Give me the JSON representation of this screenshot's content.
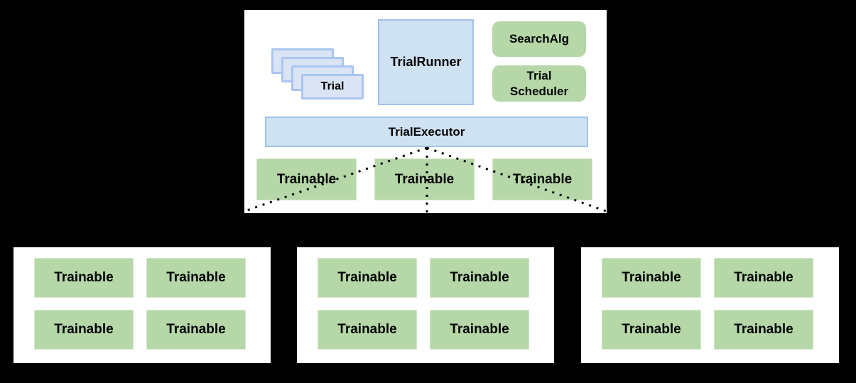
{
  "colors": {
    "background": "#000000",
    "panel_background": "#ffffff",
    "panel_border": "#000000",
    "blue_fill": "#cfe2f3",
    "blue_border": "#a2c1e8",
    "trial_card_fill": "#dae4f5",
    "trial_card_border": "#a9c5f0",
    "green_fill": "#b6d7a8",
    "connector_line": "#000000"
  },
  "head_box": {
    "trial_stack": {
      "card_count": 4,
      "front_label": "Trial"
    },
    "trial_runner_label": "TrialRunner",
    "search_alg_label": "SearchAlg",
    "trial_scheduler_label": "Trial Scheduler",
    "trial_executor_label": "TrialExecutor",
    "trainables": [
      "Trainable",
      "Trainable",
      "Trainable"
    ]
  },
  "worker_boxes": [
    {
      "trainables": [
        "Trainable",
        "Trainable",
        "Trainable",
        "Trainable"
      ]
    },
    {
      "trainables": [
        "Trainable",
        "Trainable",
        "Trainable",
        "Trainable"
      ]
    },
    {
      "trainables": [
        "Trainable",
        "Trainable",
        "Trainable",
        "Trainable"
      ]
    }
  ]
}
